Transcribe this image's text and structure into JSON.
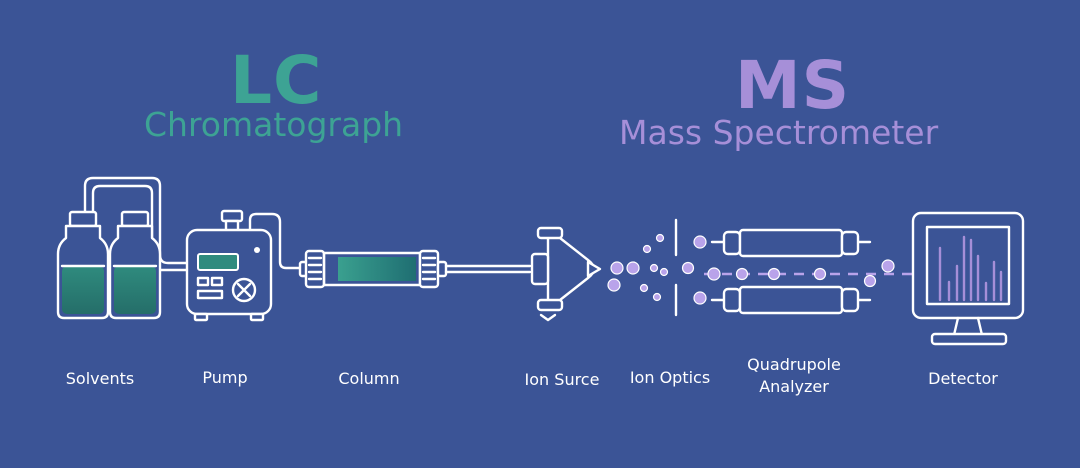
{
  "sections": {
    "lc": {
      "heading": "LC",
      "subtitle": "Chromatograph",
      "color": "#3da394"
    },
    "ms": {
      "heading": "MS",
      "subtitle": "Mass Spectrometer",
      "color": "#a68fd8"
    }
  },
  "components": [
    {
      "id": "solvents",
      "label": "Solvents",
      "icon": "solvent-bottles-icon"
    },
    {
      "id": "pump",
      "label": "Pump",
      "icon": "pump-icon"
    },
    {
      "id": "column",
      "label": "Column",
      "icon": "column-icon"
    },
    {
      "id": "ion_source",
      "label": "Ion Surce",
      "icon": "ion-source-icon"
    },
    {
      "id": "ion_optics",
      "label": "Ion Optics",
      "icon": "ion-optics-icon"
    },
    {
      "id": "quadrupole",
      "label_line1": "Quadrupole",
      "label_line2": "Analyzer",
      "icon": "quadrupole-icon"
    },
    {
      "id": "detector",
      "label": "Detector",
      "icon": "detector-monitor-icon"
    }
  ],
  "colors": {
    "background": "#3b5496",
    "line": "#ffffff",
    "liquid": "#2f8b7e",
    "ion": "#b9a3ea"
  }
}
